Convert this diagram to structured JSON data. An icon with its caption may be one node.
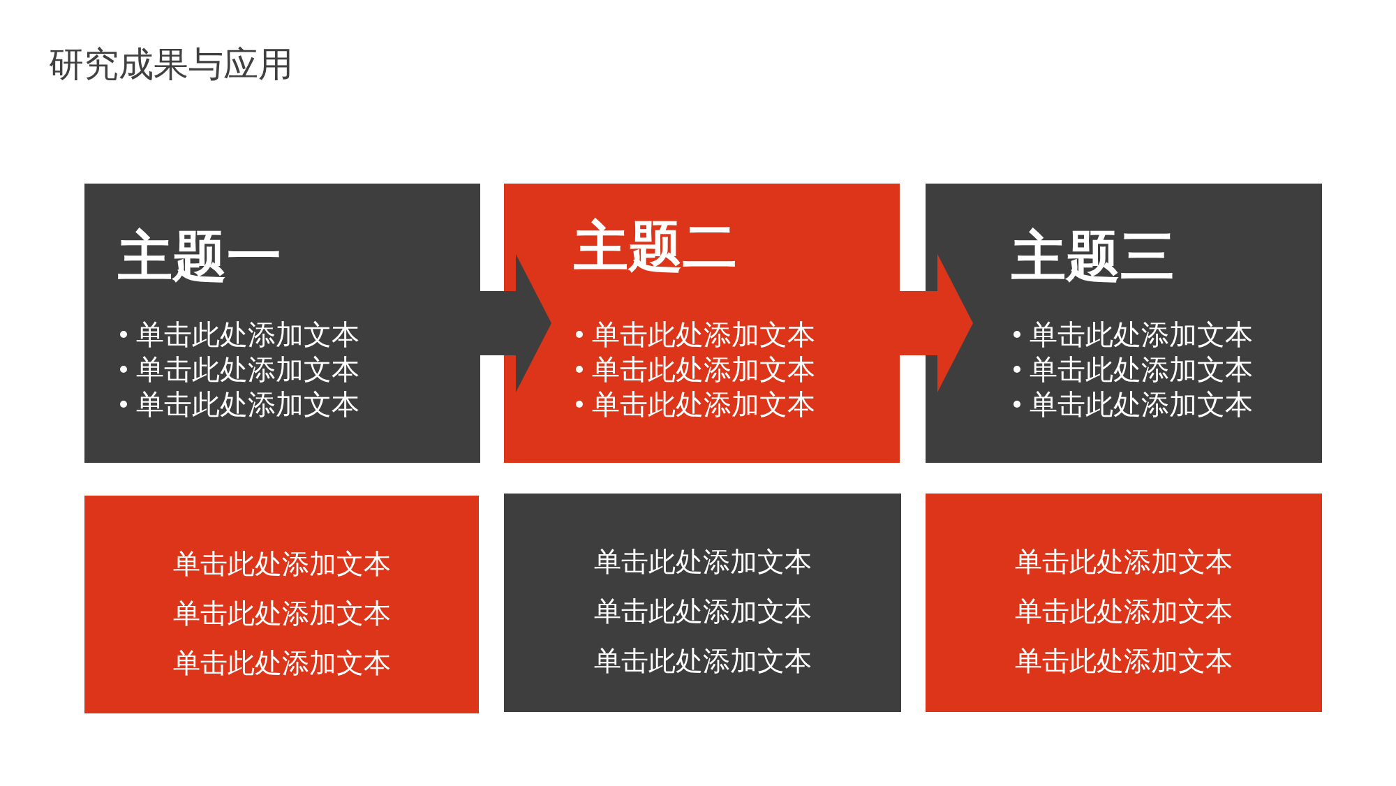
{
  "diagram": {
    "title": "研究成果与应用",
    "nodes": [
      {
        "text": [
          "主题一",
          "单击此处添加文本",
          "单击此处添加文本",
          "单击此处添加文本"
        ]
      },
      {
        "text": [
          "主题二",
          "单击此处添加文本",
          "单击此处添加文本",
          "单击此处添加文本"
        ]
      },
      {
        "text": [
          "主题三",
          "单击此处添加文本",
          "单击此处添加文本",
          "单击此处添加文本"
        ]
      },
      {
        "text": [
          "单击此处添加文本",
          "单击此处添加文本",
          "单击此处添加文本"
        ]
      },
      {
        "text": [
          "单击此处添加文本",
          "单击此处添加文本",
          "单击此处添加文本"
        ]
      },
      {
        "text": [
          "单击此处添加文本",
          "单击此处添加文本",
          "单击此处添加文本"
        ]
      }
    ],
    "edges": [
      {
        "from": 0,
        "to": 1,
        "arrow": "to",
        "color": "#3e3e3e"
      },
      {
        "from": 1,
        "to": 2,
        "arrow": "to",
        "color": "#dc3519"
      }
    ]
  }
}
